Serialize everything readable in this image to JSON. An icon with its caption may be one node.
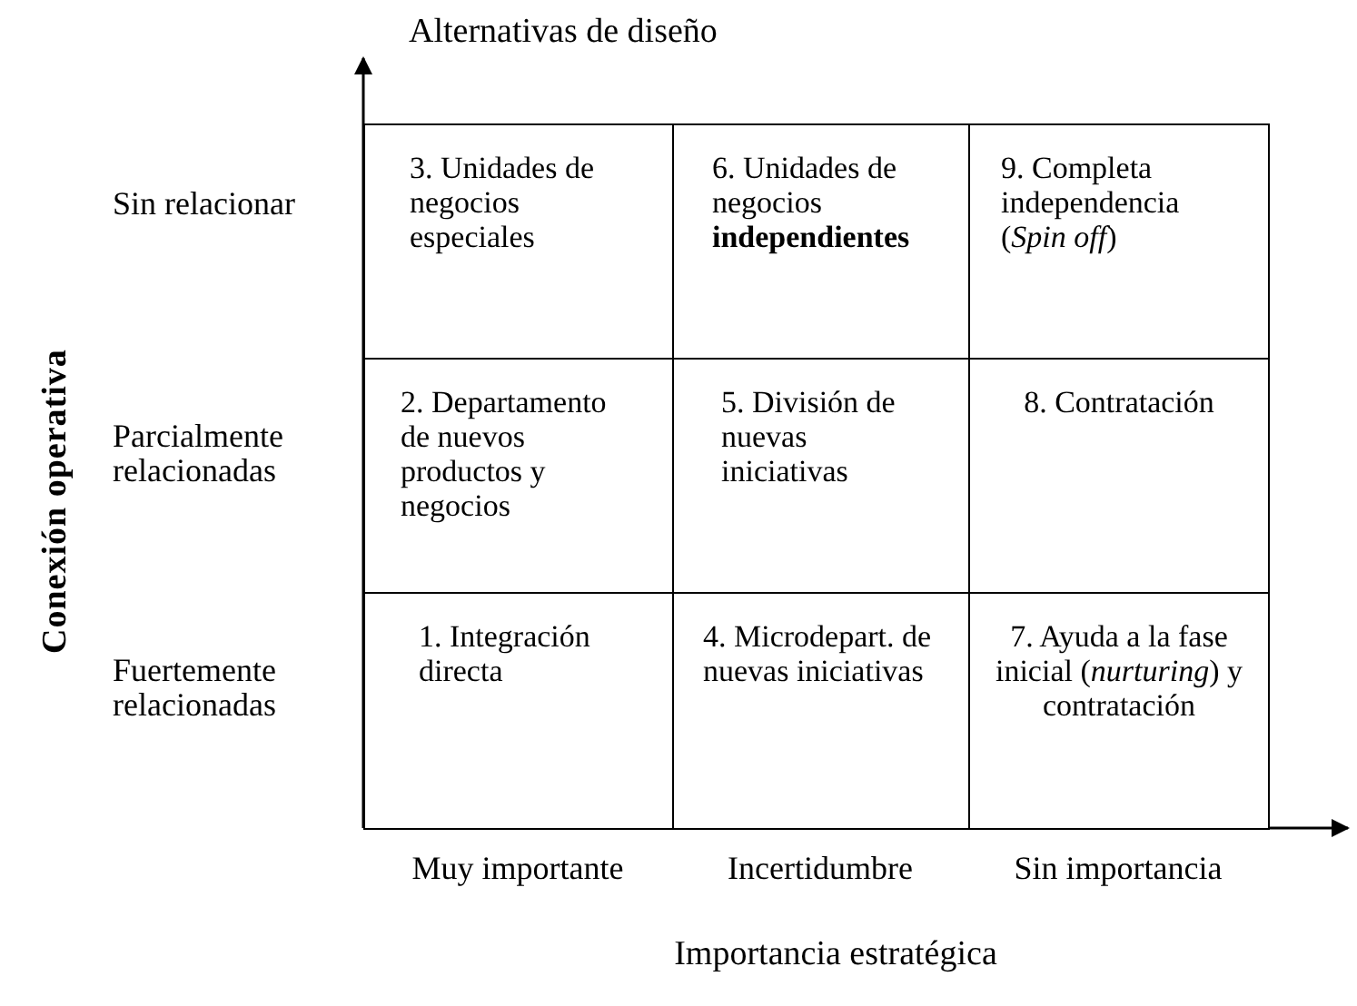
{
  "diagram": {
    "nodes": [
      {
        "text": [
          "3. Unidades de negocios especiales"
        ]
      },
      {
        "text": [
          "6. Unidades de negocios **independientes**"
        ]
      },
      {
        "text": [
          "9. Completa independencia (*Spin off*)"
        ]
      },
      {
        "text": [
          "2. Departamento de nuevos productos y negocios"
        ]
      },
      {
        "text": [
          "5. División de nuevas iniciativas"
        ]
      },
      {
        "text": [
          "8. Contratación"
        ]
      },
      {
        "text": [
          "1. Integración directa"
        ]
      },
      {
        "text": [
          "4. Microdepart. de nuevas iniciativas"
        ]
      },
      {
        "text": [
          "7. Ayuda a la fase inicial (*nurturing*) y contratación"
        ]
      }
    ],
    "labels": [
      "Alternativas de diseño",
      "Conexión operativa",
      "Sin relacionar",
      "Parcialmente relacionadas",
      "Fuertemente relacionadas",
      "Muy importante",
      "Incertidumbre",
      "Sin importancia",
      "Importancia estratégica"
    ]
  }
}
